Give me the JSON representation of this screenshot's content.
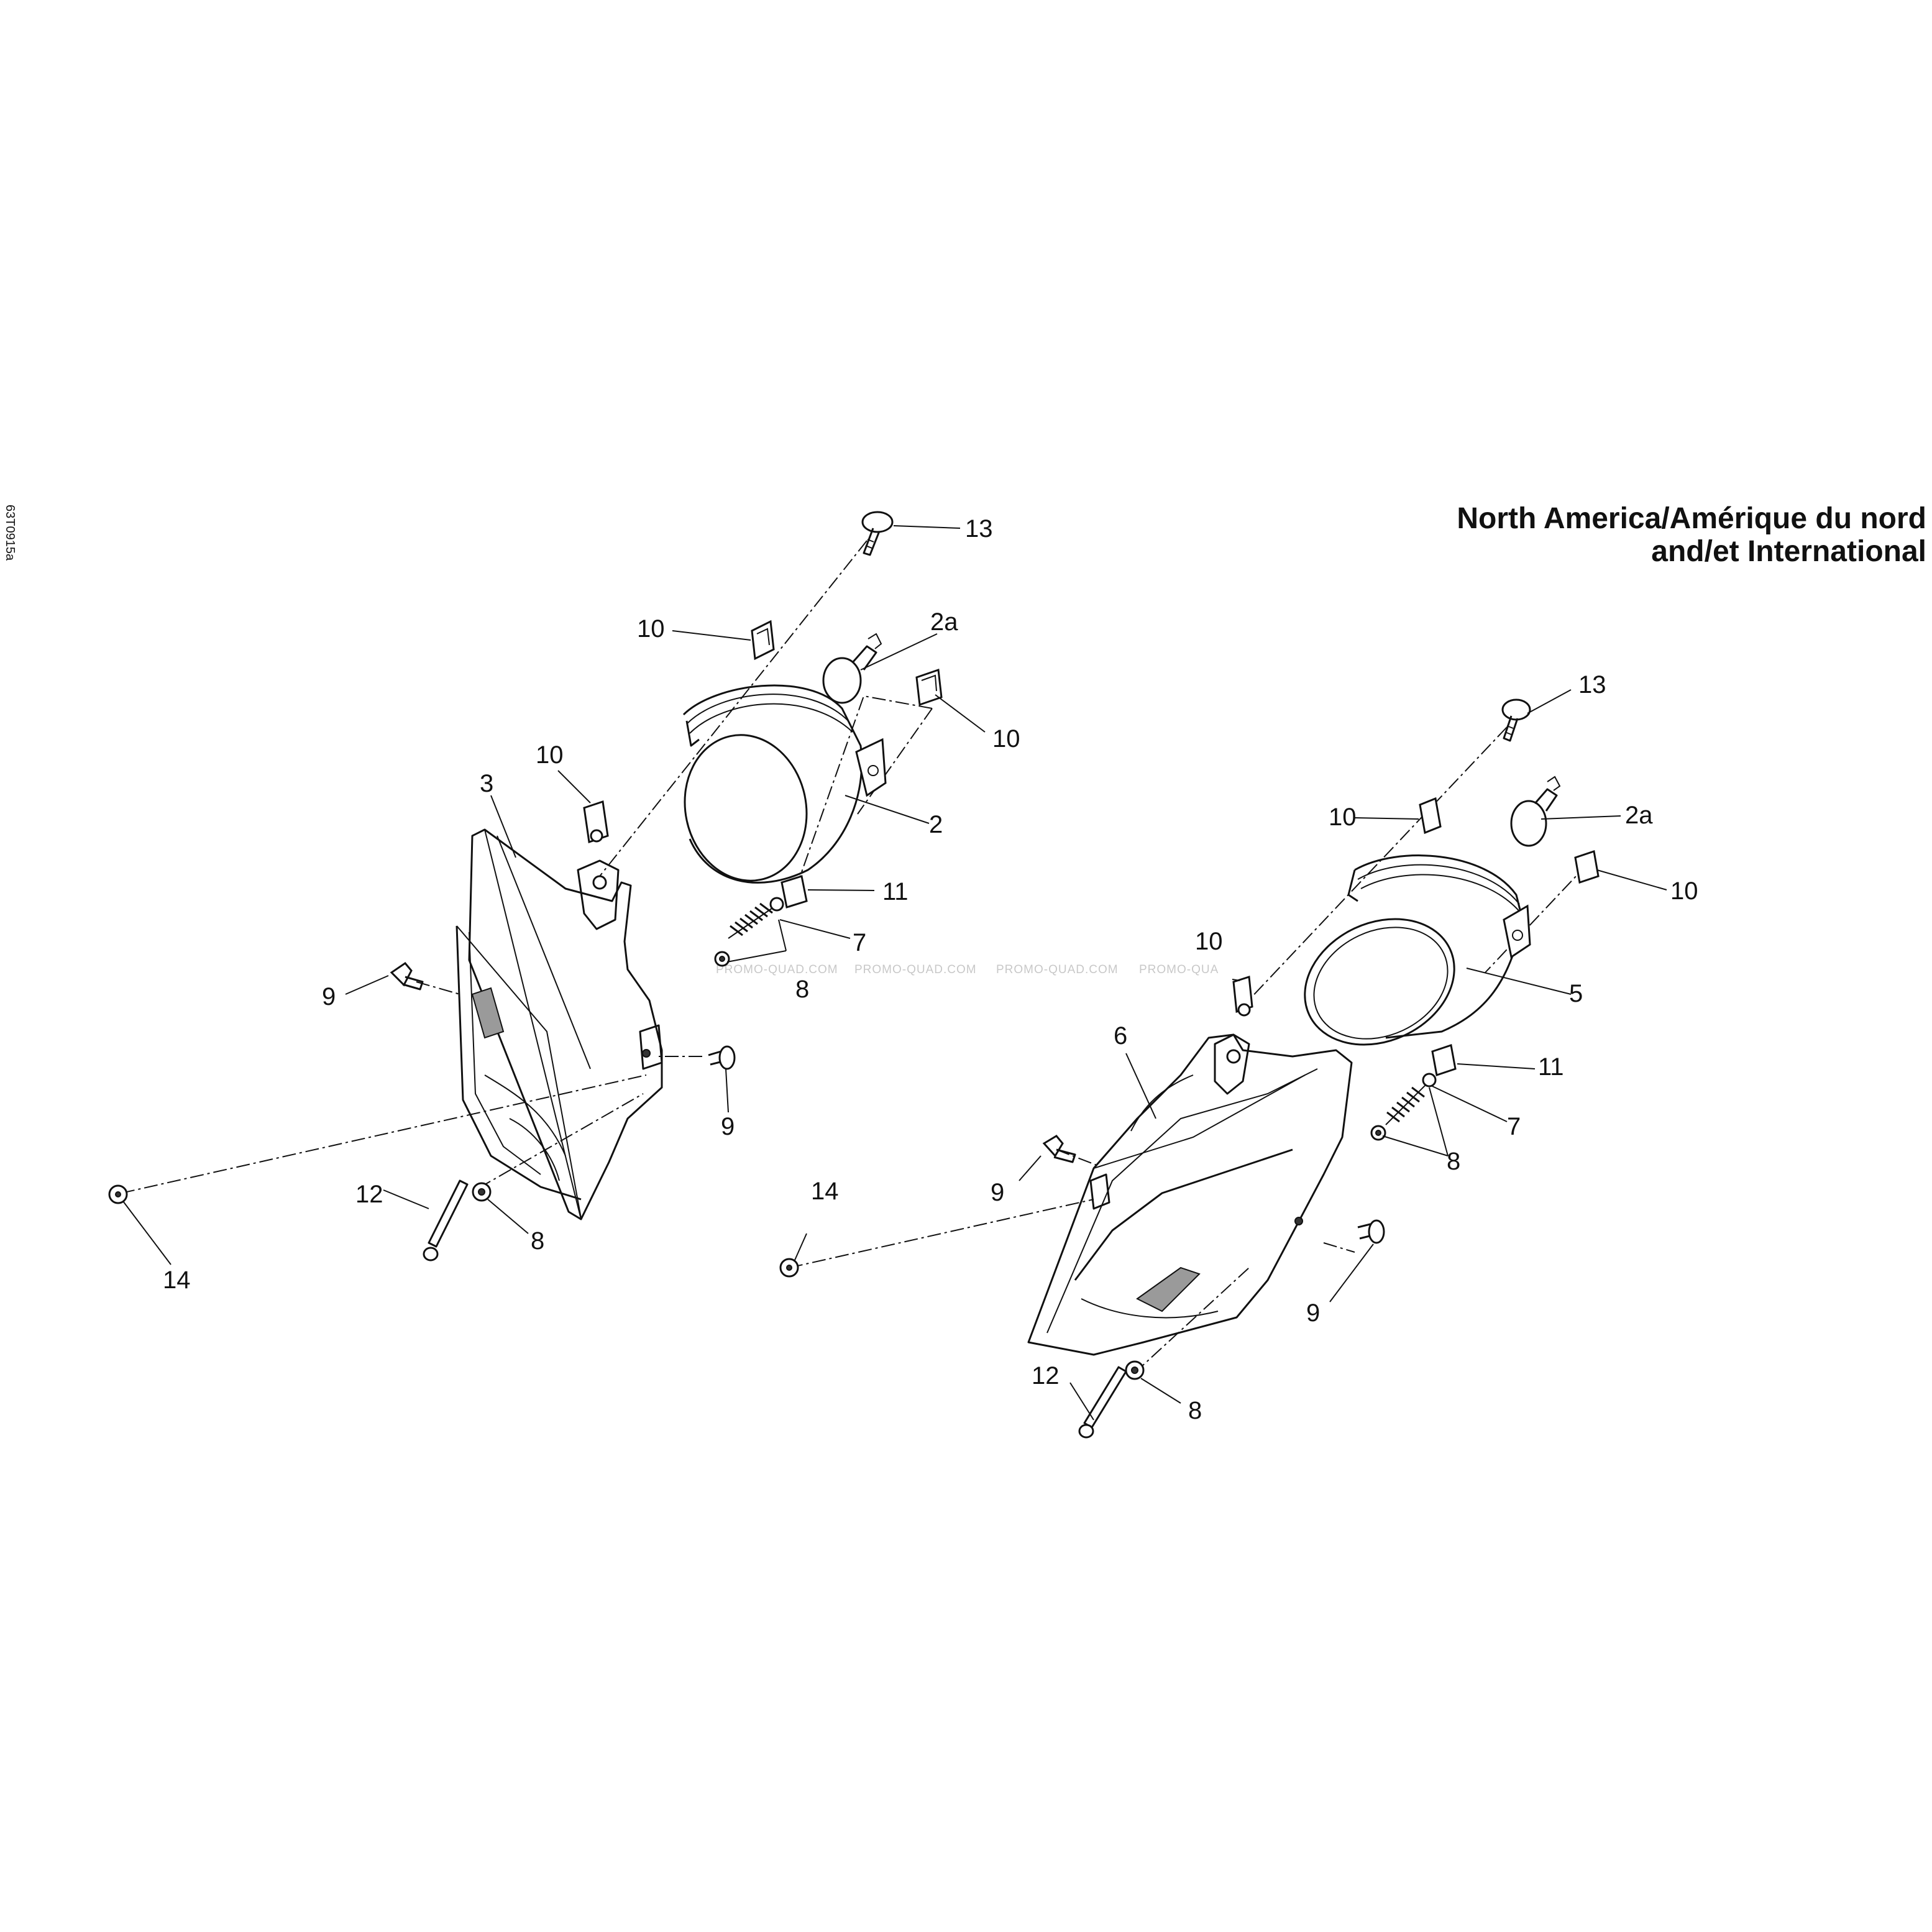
{
  "drawing_code": "63T0915a",
  "title_line1": "North America/Amérique du nord",
  "title_line2": "and/et International",
  "watermark": [
    "PROMO-QUAD.COM",
    "PROMO-QUAD.COM",
    "PROMO-QUAD.COM",
    "PROMO-QUA"
  ],
  "labels": {
    "left": {
      "p13": "13",
      "p10a": "10",
      "p2a": "2a",
      "p10b": "10",
      "p10c": "10",
      "p3": "3",
      "p2": "2",
      "p11": "11",
      "p7": "7",
      "p8a": "8",
      "p9a": "9",
      "p9b": "9",
      "p12": "12",
      "p8b": "8",
      "p14": "14"
    },
    "right": {
      "p13": "13",
      "p10a": "10",
      "p2a": "2a",
      "p10b": "10",
      "p10c": "10",
      "p5": "5",
      "p6": "6",
      "p11": "11",
      "p7": "7",
      "p8a": "8",
      "p9a": "9",
      "p14": "14",
      "p9b": "9",
      "p12": "12",
      "p8b": "8"
    }
  }
}
